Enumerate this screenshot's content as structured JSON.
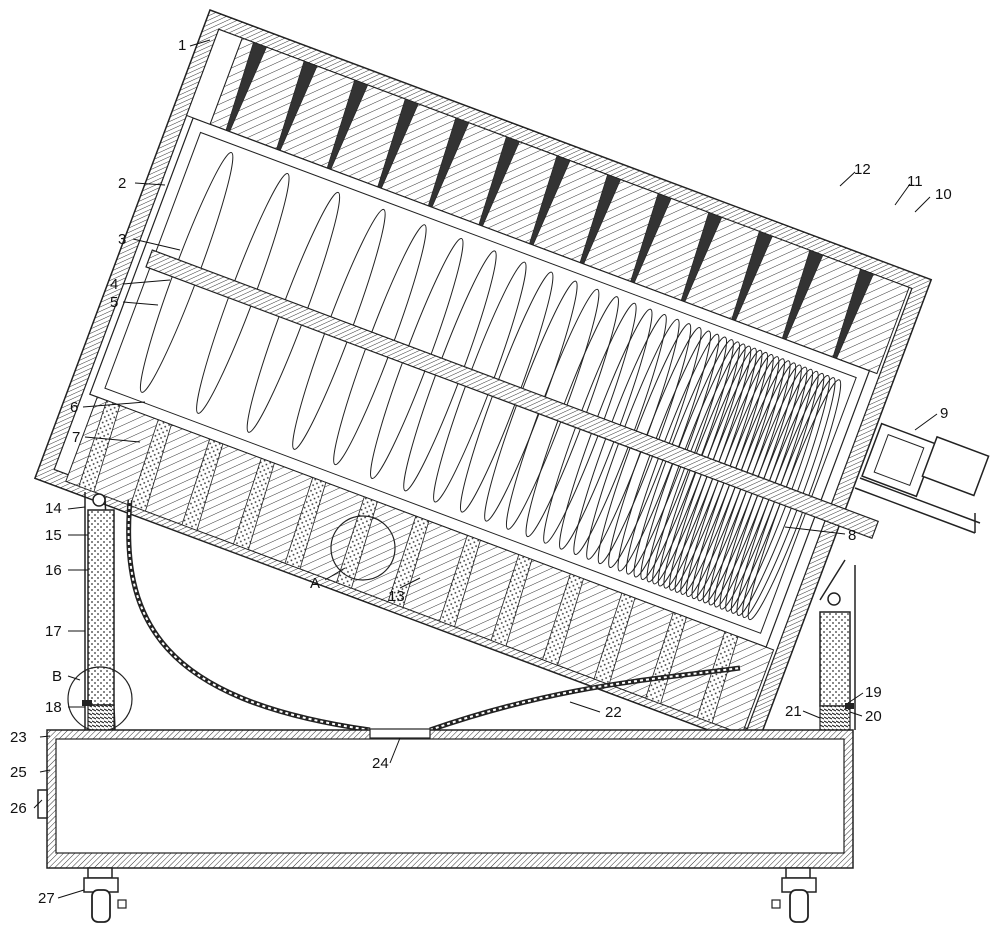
{
  "labels": [
    "1",
    "2",
    "3",
    "4",
    "5",
    "6",
    "7",
    "8",
    "9",
    "10",
    "11",
    "12",
    "13",
    "14",
    "15",
    "16",
    "17",
    "18",
    "19",
    "20",
    "21",
    "22",
    "23",
    "24",
    "25",
    "26",
    "27"
  ],
  "detail_labels": {
    "a": "A",
    "b": "B"
  },
  "colors": {
    "line": "#222222",
    "background": "#ffffff"
  }
}
